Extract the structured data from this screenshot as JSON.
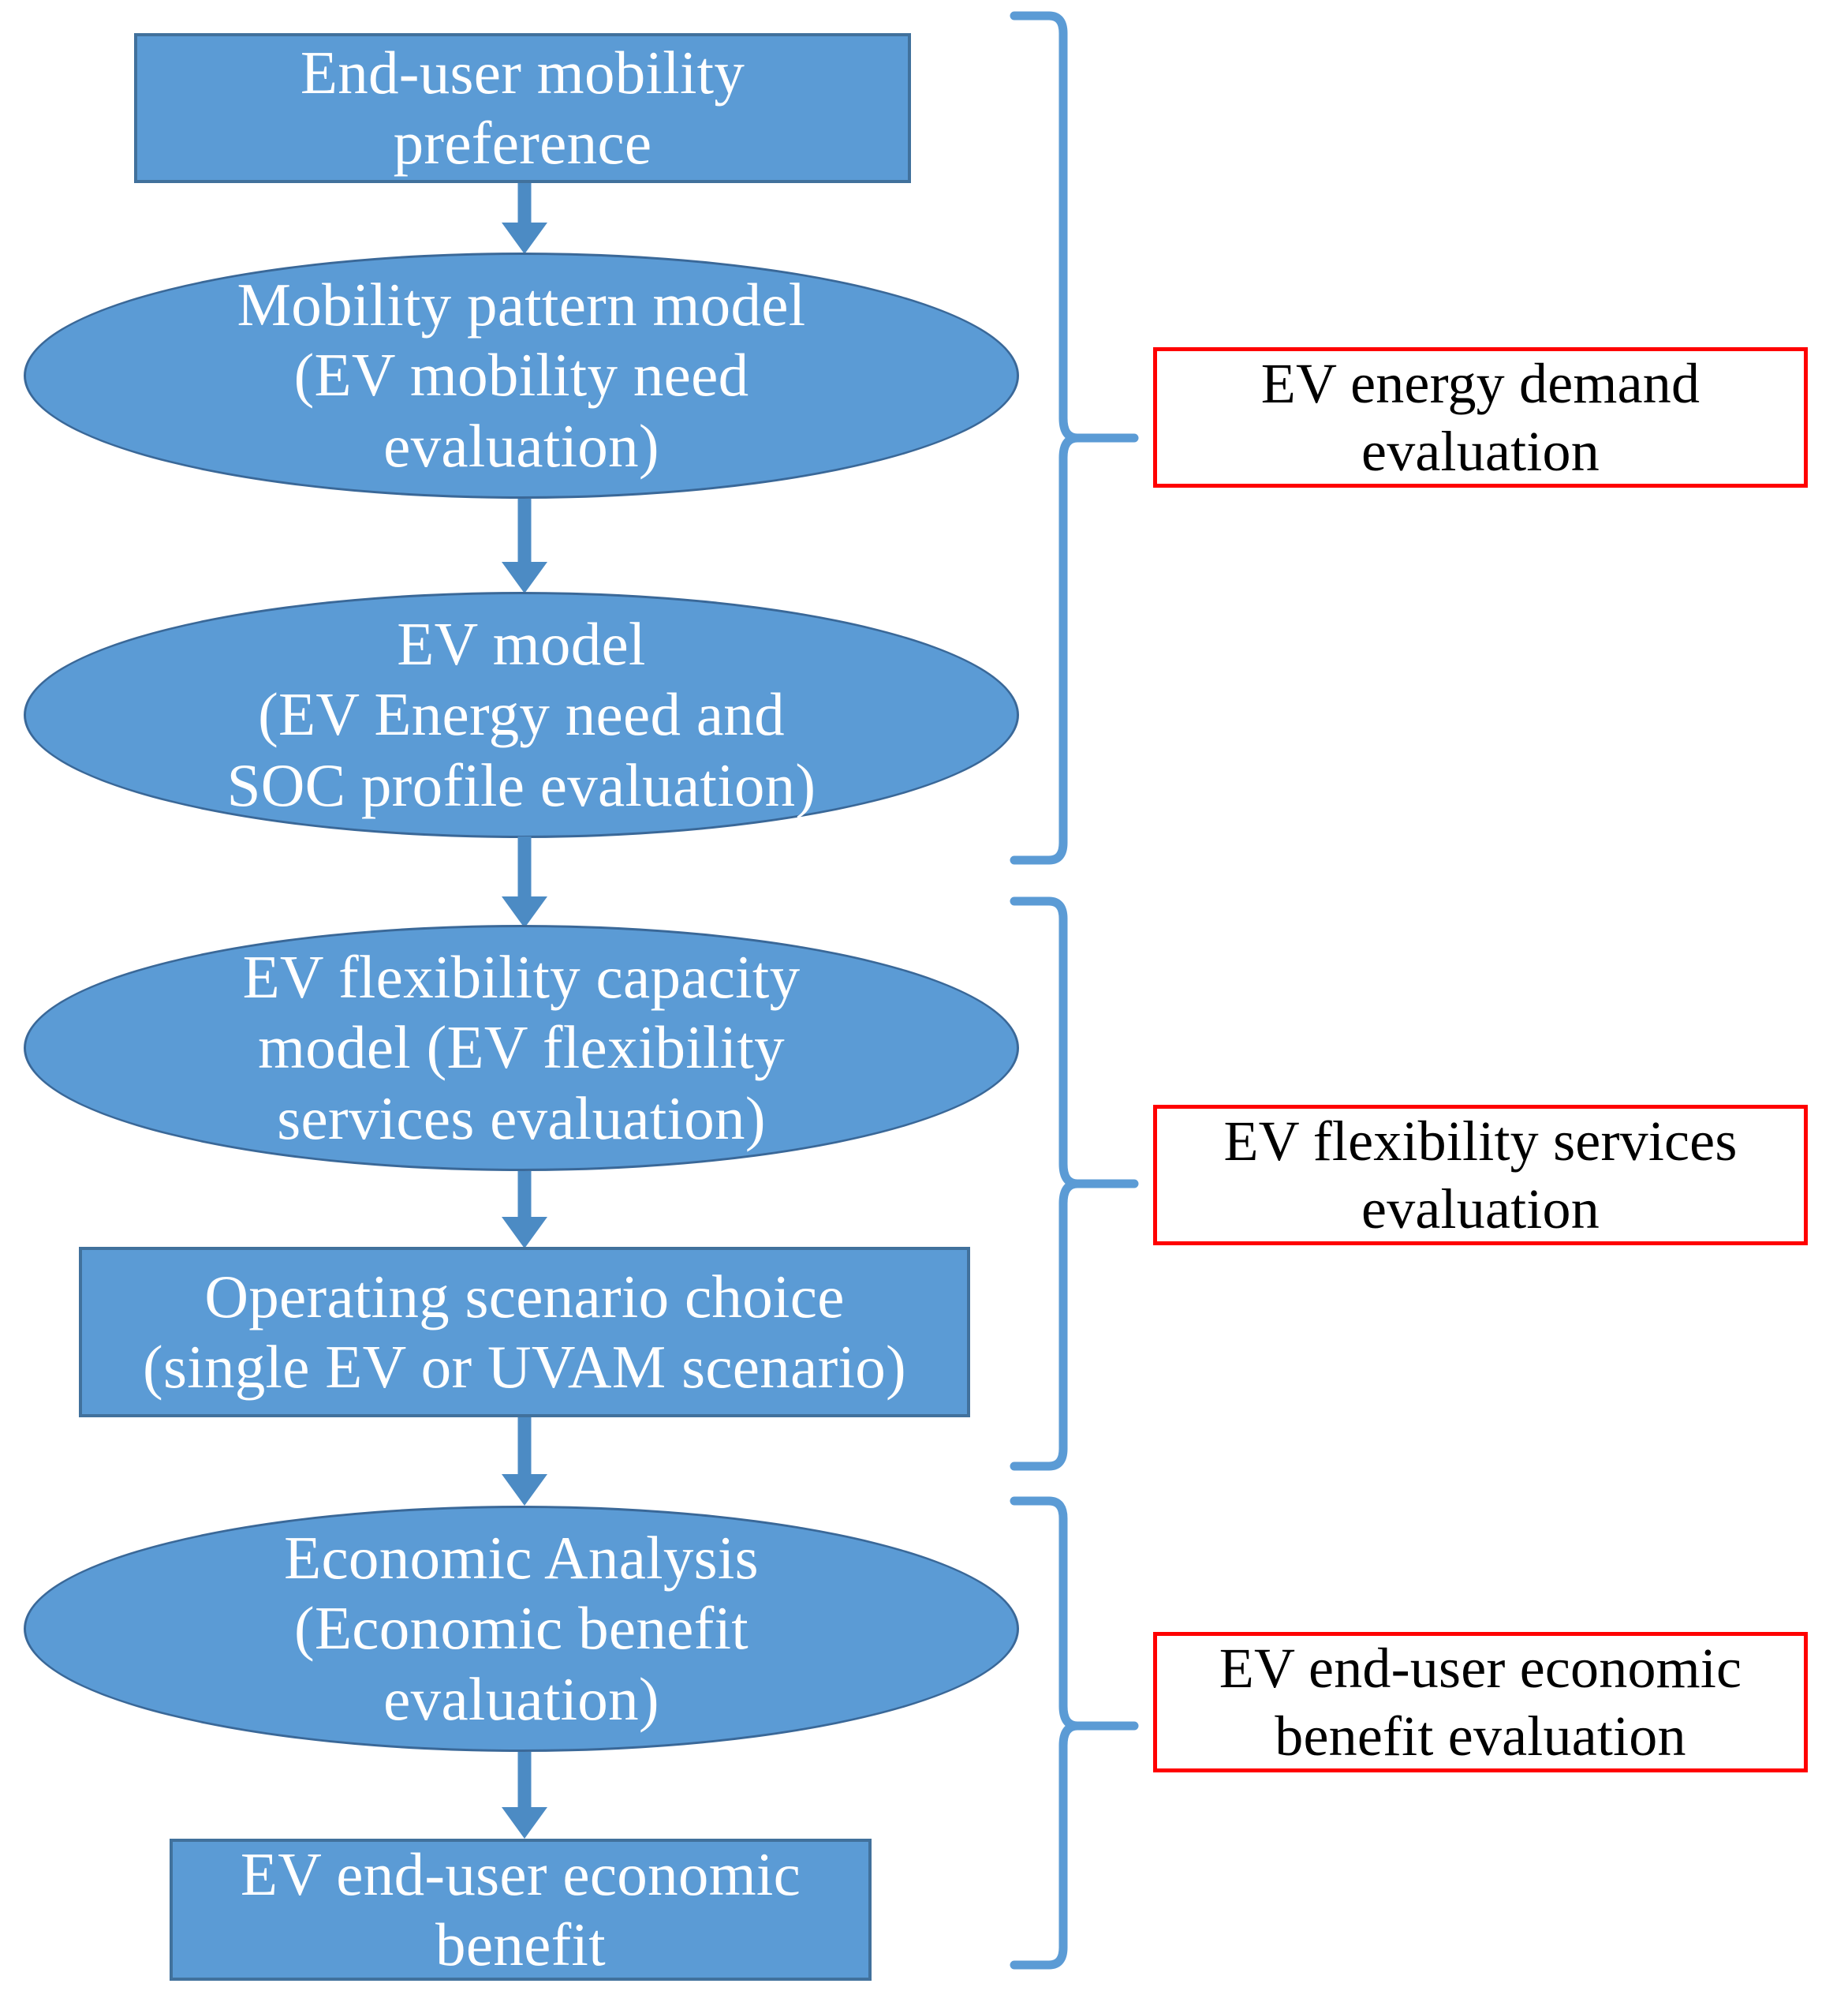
{
  "diagram": {
    "type": "flowchart",
    "title": "EV end-user evaluation methodology flowchart",
    "colors": {
      "node_fill": "#5B9BD5",
      "node_rect_border": "#41719C",
      "node_ellipse_border": "#3A6898",
      "node_text": "#FFFFFF",
      "arrow": "#4C8BC4",
      "bracket": "#5B9BD5",
      "callout_border": "#FF0000",
      "callout_text": "#000000",
      "background": "#FFFFFF"
    },
    "nodes": [
      {
        "id": "end-user-mobility-preference",
        "shape": "rectangle",
        "label": "End-user mobility\npreference"
      },
      {
        "id": "mobility-pattern-model",
        "shape": "ellipse",
        "label": "Mobility pattern model\n(EV mobility need\nevaluation)"
      },
      {
        "id": "ev-model",
        "shape": "ellipse",
        "label": "EV model\n(EV Energy need and\nSOC profile evaluation)"
      },
      {
        "id": "ev-flexibility-capacity-model",
        "shape": "ellipse",
        "label": "EV flexibility capacity\nmodel (EV flexibility\nservices evaluation)"
      },
      {
        "id": "operating-scenario-choice",
        "shape": "rectangle",
        "label": "Operating scenario choice\n(single EV or UVAM scenario)"
      },
      {
        "id": "economic-analysis",
        "shape": "ellipse",
        "label": "Economic Analysis\n(Economic benefit\nevaluation)"
      },
      {
        "id": "ev-end-user-economic-benefit",
        "shape": "rectangle",
        "label": "EV end-user economic\nbenefit"
      }
    ],
    "edges": [
      {
        "from": "end-user-mobility-preference",
        "to": "mobility-pattern-model",
        "style": "arrow-down"
      },
      {
        "from": "mobility-pattern-model",
        "to": "ev-model",
        "style": "arrow-down"
      },
      {
        "from": "ev-model",
        "to": "ev-flexibility-capacity-model",
        "style": "arrow-down"
      },
      {
        "from": "ev-flexibility-capacity-model",
        "to": "operating-scenario-choice",
        "style": "arrow-down"
      },
      {
        "from": "operating-scenario-choice",
        "to": "economic-analysis",
        "style": "arrow-down"
      },
      {
        "from": "economic-analysis",
        "to": "ev-end-user-economic-benefit",
        "style": "arrow-down"
      }
    ],
    "groups": [
      {
        "id": "ev-energy-demand-evaluation",
        "label": "EV energy demand\nevaluation",
        "covers": [
          "end-user-mobility-preference",
          "mobility-pattern-model",
          "ev-model"
        ]
      },
      {
        "id": "ev-flexibility-services-evaluation",
        "label": "EV flexibility services\nevaluation",
        "covers": [
          "ev-flexibility-capacity-model",
          "operating-scenario-choice"
        ]
      },
      {
        "id": "ev-end-user-economic-benefit-evaluation",
        "label": "EV end-user economic\nbenefit evaluation",
        "covers": [
          "economic-analysis",
          "ev-end-user-economic-benefit"
        ]
      }
    ]
  }
}
